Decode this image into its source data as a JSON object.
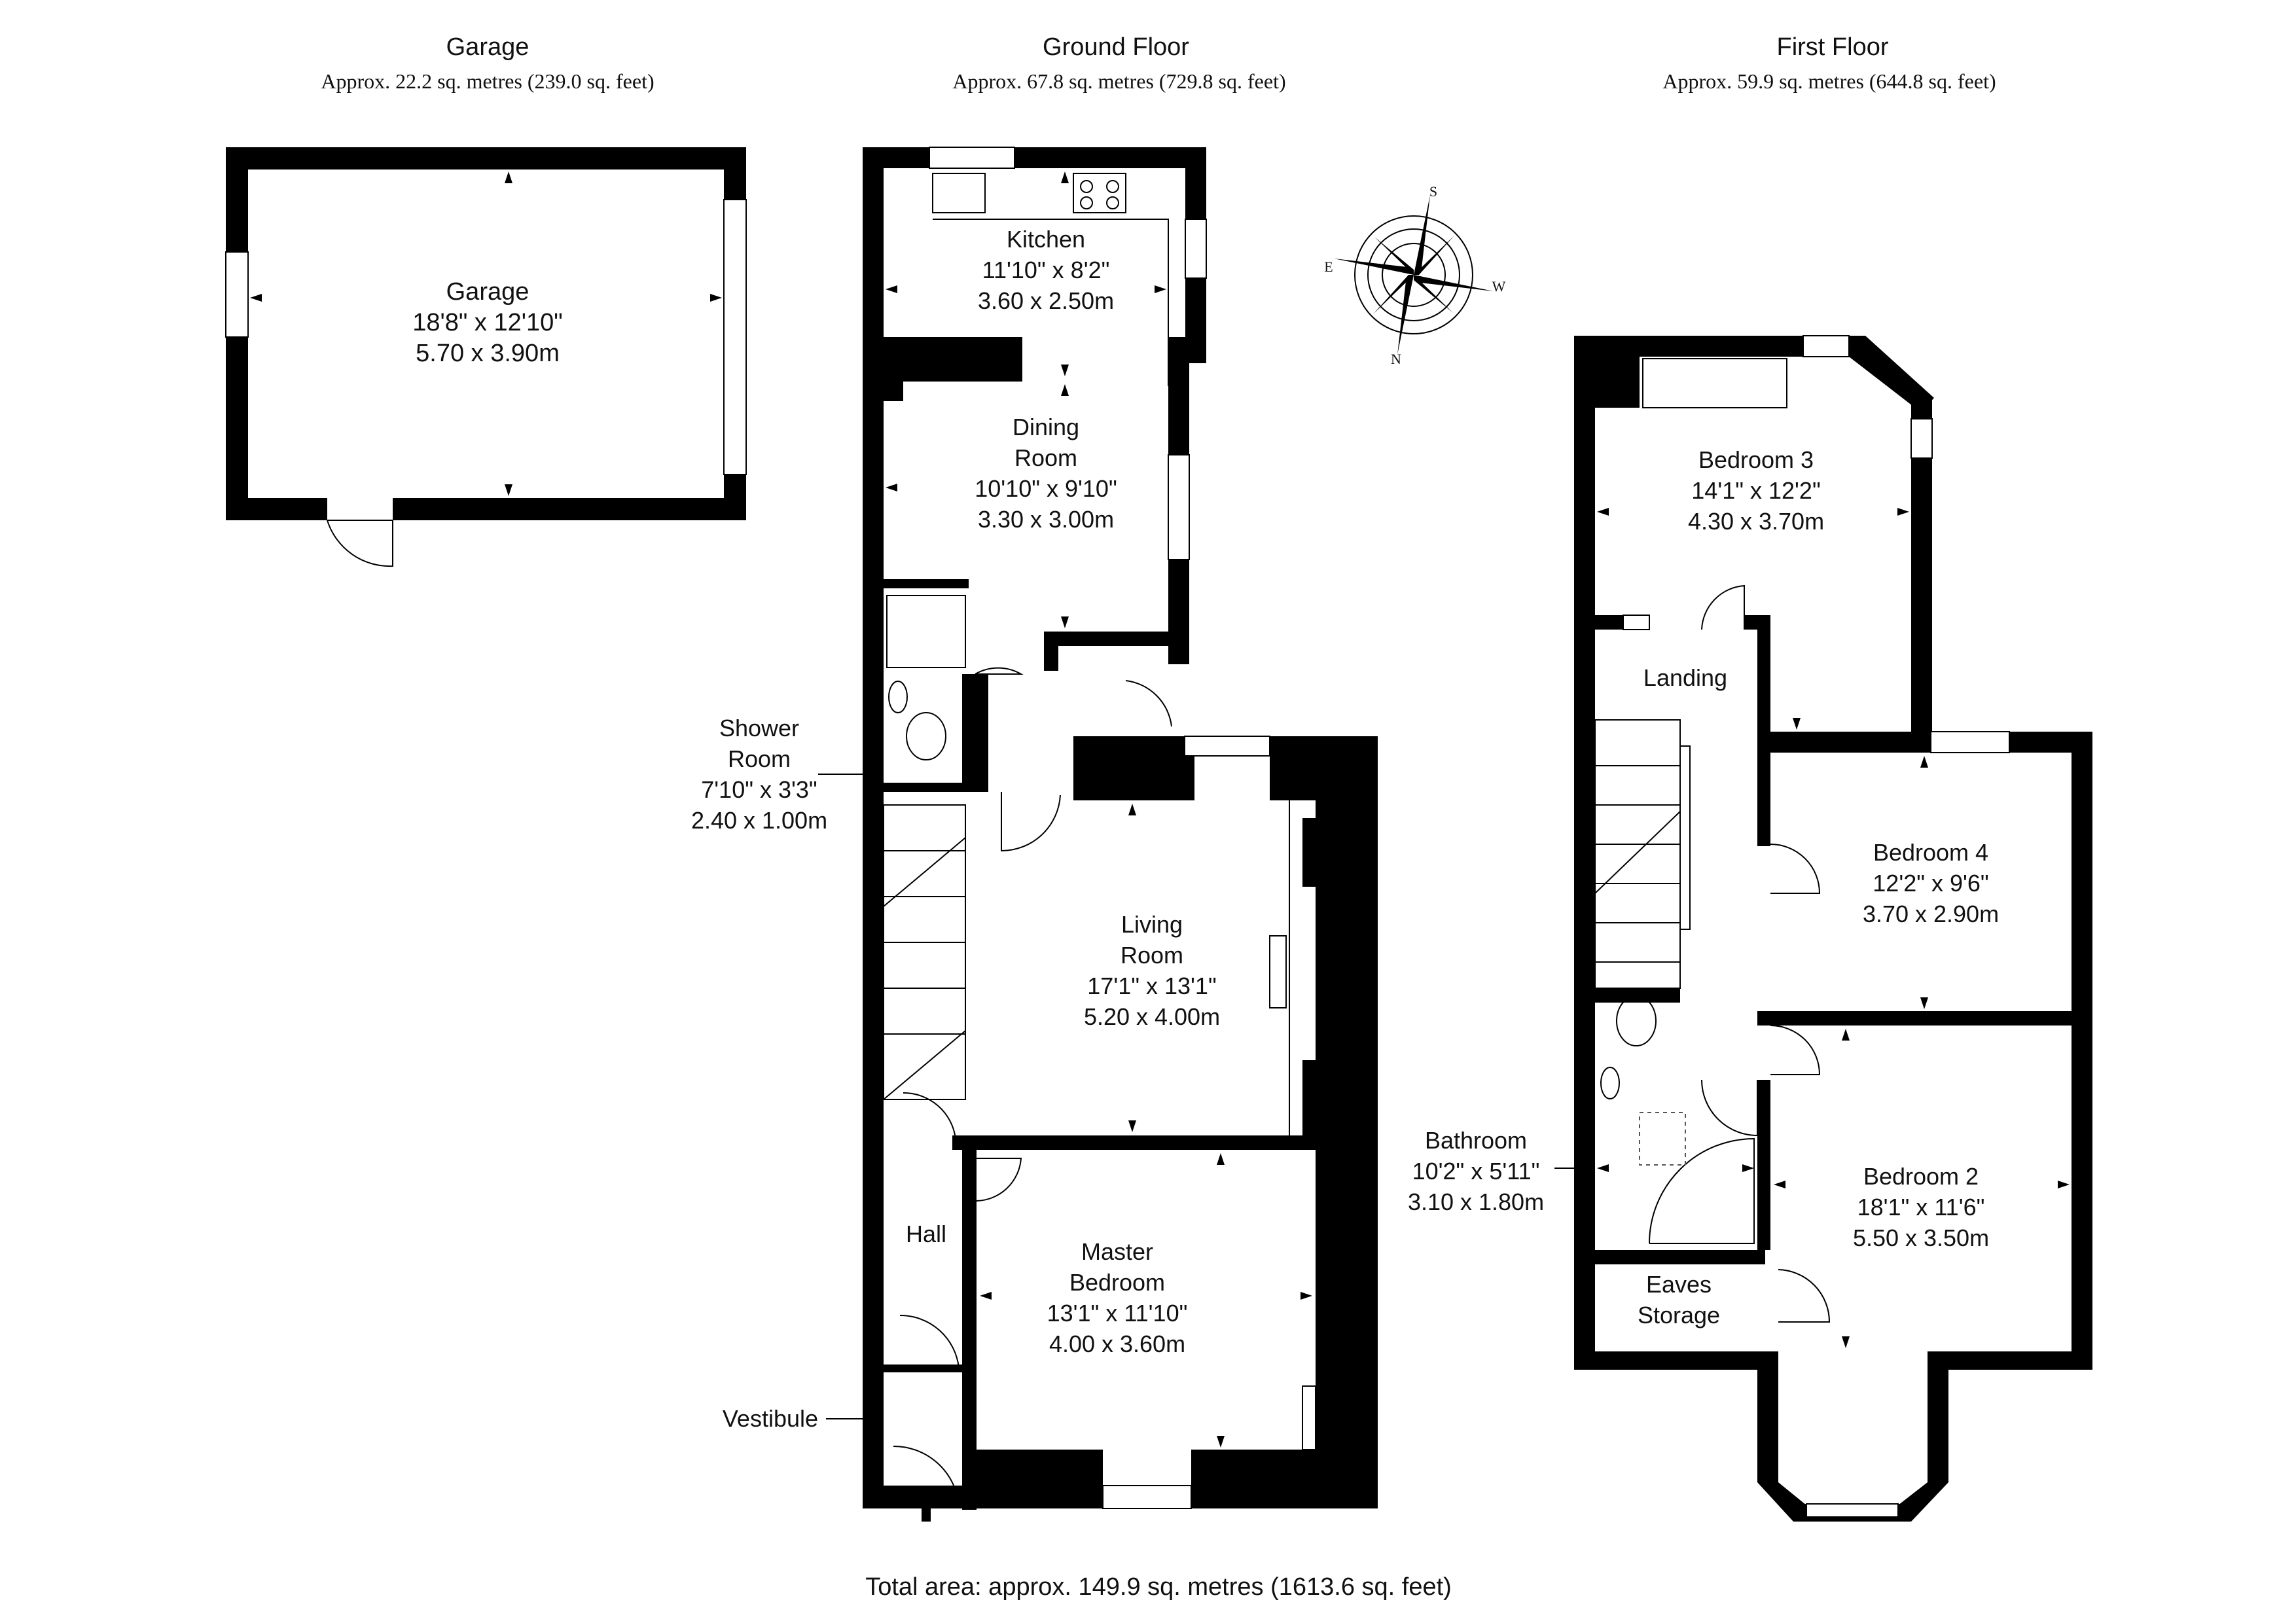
{
  "floors": {
    "garage": {
      "title": "Garage",
      "area": "Approx. 22.2 sq. metres (239.0 sq. feet)"
    },
    "ground": {
      "title": "Ground Floor",
      "area": "Approx. 67.8 sq. metres (729.8 sq. feet)"
    },
    "first": {
      "title": "First Floor",
      "area": "Approx. 59.9 sq. metres (644.8 sq. feet)"
    }
  },
  "rooms": {
    "garage": {
      "name": "Garage",
      "imperial": "18'8\" x 12'10\"",
      "metric": "5.70 x 3.90m"
    },
    "kitchen": {
      "name": "Kitchen",
      "imperial": "11'10\" x 8'2\"",
      "metric": "3.60 x 2.50m"
    },
    "dining": {
      "name_1": "Dining",
      "name_2": "Room",
      "imperial": "10'10\" x 9'10\"",
      "metric": "3.30 x 3.00m"
    },
    "shower": {
      "name_1": "Shower",
      "name_2": "Room",
      "imperial": "7'10\" x 3'3\"",
      "metric": "2.40 x 1.00m"
    },
    "living": {
      "name_1": "Living",
      "name_2": "Room",
      "imperial": "17'1\" x 13'1\"",
      "metric": "5.20 x 4.00m"
    },
    "hall": {
      "name": "Hall"
    },
    "master": {
      "name_1": "Master",
      "name_2": "Bedroom",
      "imperial": "13'1\" x 11'10\"",
      "metric": "4.00 x 3.60m"
    },
    "vestibule": {
      "name": "Vestibule"
    },
    "bedroom3": {
      "name": "Bedroom 3",
      "imperial": "14'1\" x 12'2\"",
      "metric": "4.30 x 3.70m"
    },
    "landing": {
      "name": "Landing"
    },
    "bedroom4": {
      "name": "Bedroom 4",
      "imperial": "12'2\" x 9'6\"",
      "metric": "3.70 x 2.90m"
    },
    "bathroom": {
      "name": "Bathroom",
      "imperial": "10'2\" x 5'11\"",
      "metric": "3.10 x 1.80m"
    },
    "bedroom2": {
      "name": "Bedroom 2",
      "imperial": "18'1\" x 11'6\"",
      "metric": "5.50 x 3.50m"
    },
    "eaves": {
      "name_1": "Eaves",
      "name_2": "Storage"
    }
  },
  "compass": {
    "n": "N",
    "s": "S",
    "e": "E",
    "w": "W"
  },
  "footer": {
    "total": "Total area: approx. 149.9 sq. metres (1613.6 sq. feet)"
  }
}
